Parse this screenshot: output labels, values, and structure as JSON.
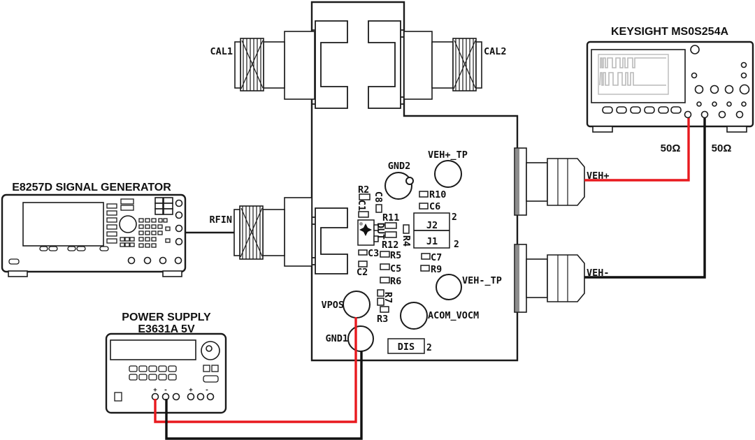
{
  "instruments": {
    "oscilloscope": {
      "title": "KEYSIGHT MS0S254A",
      "input1_impedance": "50Ω",
      "input2_impedance": "50Ω"
    },
    "signal_generator": {
      "title": "E8257D SIGNAL GENERATOR"
    },
    "power_supply": {
      "title_line1": "POWER SUPPLY",
      "title_line2": "E3631A 5V",
      "plus1": "+",
      "minus1": "-",
      "plus2": "+",
      "minus2": "-"
    }
  },
  "board": {
    "connectors": {
      "cal1": "CAL1",
      "cal2": "CAL2",
      "rfin": "RFIN",
      "veh_plus": "VEH+",
      "veh_minus": "VEH-"
    },
    "test_points": {
      "gnd2": "GND2",
      "veh_plus_tp": "VEH+_TP",
      "veh_minus_tp": "VEH-_TP",
      "acom_vocm": "ACOM_VOCM",
      "vpos": "VPOS",
      "gnd1": "GND1"
    },
    "components": {
      "r2": "R2",
      "c1": "C1",
      "c8": "C8",
      "r11": "R11",
      "dut": "DUT",
      "r12": "R12",
      "r4": "R4",
      "r10": "R10",
      "c6": "C6",
      "j2": "J2",
      "j1": "J1",
      "j2_pin": "2",
      "j1_pin": "2",
      "c3": "C3",
      "r5": "R5",
      "c2": "C2",
      "c5": "C5",
      "r6": "R6",
      "c7": "C7",
      "r9": "R9",
      "r7": "R7",
      "r3": "R3",
      "dis": "DIS",
      "dis_pin": "2"
    },
    "wire_colors": {
      "positive": "#e8191e",
      "negative": "#101010"
    }
  }
}
